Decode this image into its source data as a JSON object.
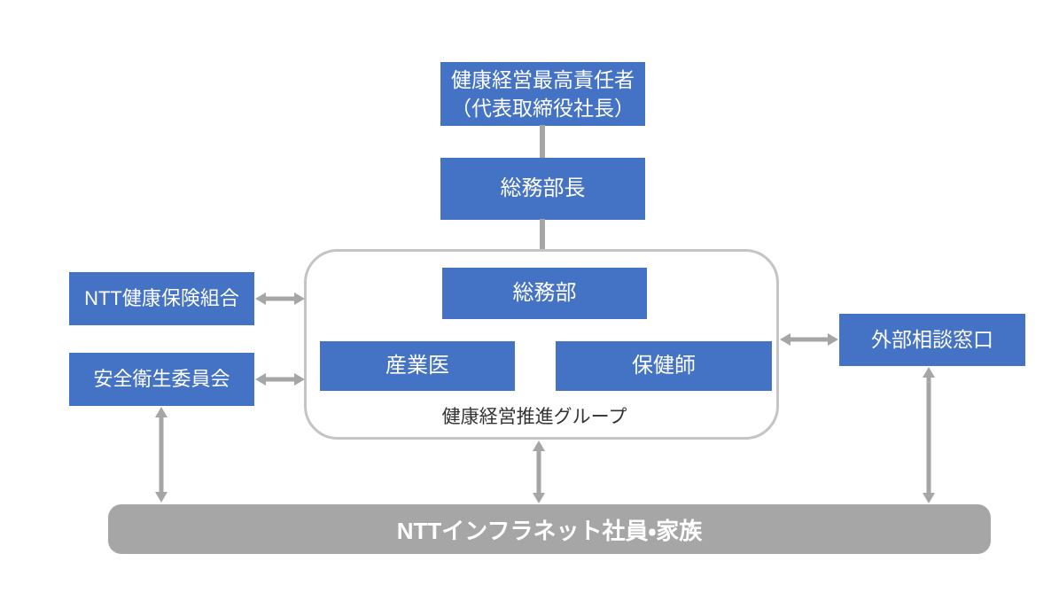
{
  "colors": {
    "box_blue": "#4472C4",
    "box_text": "#FFFFFF",
    "arrow_gray": "#A6A6A6",
    "bar_gray": "#A6A6A6",
    "group_border": "#C4C4C4",
    "caption_color": "#333333",
    "background": "#FFFFFF"
  },
  "nodes": {
    "chief": {
      "line1": "健康経営最高責任者",
      "line2": "（代表取締役社長）"
    },
    "general_affairs_manager": {
      "label": "総務部長"
    },
    "general_affairs_dept": {
      "label": "総務部"
    },
    "industrial_physician": {
      "label": "産業医"
    },
    "public_health_nurse": {
      "label": "保健師"
    },
    "group_caption": {
      "label": "健康経営推進グループ"
    },
    "ntt_health_insurance_union": {
      "label": "NTT健康保険組合"
    },
    "safety_health_committee": {
      "label": "安全衛生委員会"
    },
    "external_consultation_desk": {
      "label": "外部相談窓口"
    },
    "employees_families": {
      "label": "NTTインフラネット社員・家族"
    }
  }
}
